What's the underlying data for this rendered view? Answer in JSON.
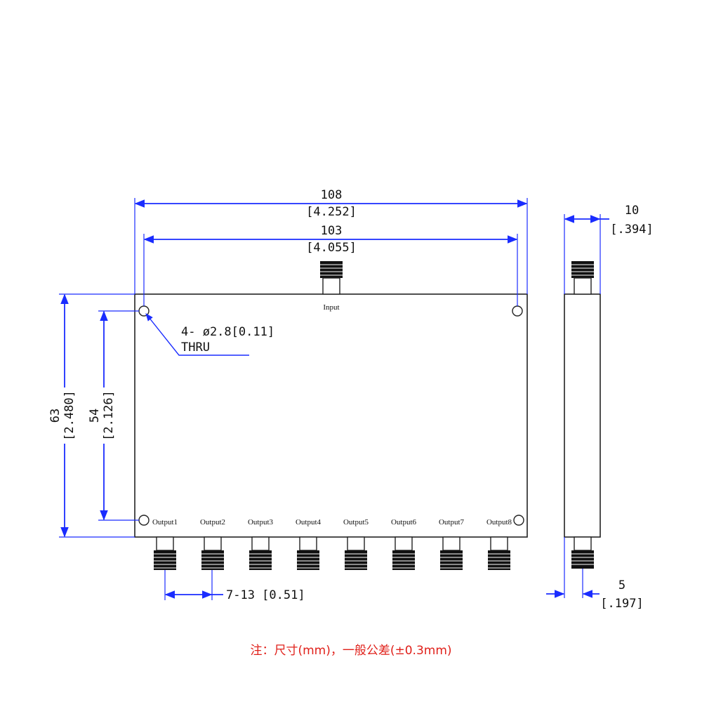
{
  "dimensions": {
    "overall_width": {
      "mm": "108",
      "inch": "[4.252]"
    },
    "hole_spacing_width": {
      "mm": "103",
      "inch": "[4.055]"
    },
    "overall_height": {
      "mm": "63",
      "inch": "[2.480]"
    },
    "hole_spacing_height": {
      "mm": "54",
      "inch": "[2.126]"
    },
    "thickness": {
      "mm": "10",
      "inch": "[.394]"
    },
    "connector_offset": {
      "mm": "5",
      "inch": "[.197]"
    },
    "connector_pitch": "7-13 [0.51]"
  },
  "holes_note": {
    "line1": "4- ø2.8[0.11]",
    "line2": "THRU"
  },
  "ports": {
    "input": "Input",
    "outputs": [
      "Output1",
      "Output2",
      "Output3",
      "Output4",
      "Output5",
      "Output6",
      "Output7",
      "Output8"
    ]
  },
  "footnote": "注：尺寸(mm)，一般公差(±0.3mm)",
  "colors": {
    "dimension_lines": "#1a2cff",
    "note_text": "#e0201a",
    "outline": "#222222"
  }
}
